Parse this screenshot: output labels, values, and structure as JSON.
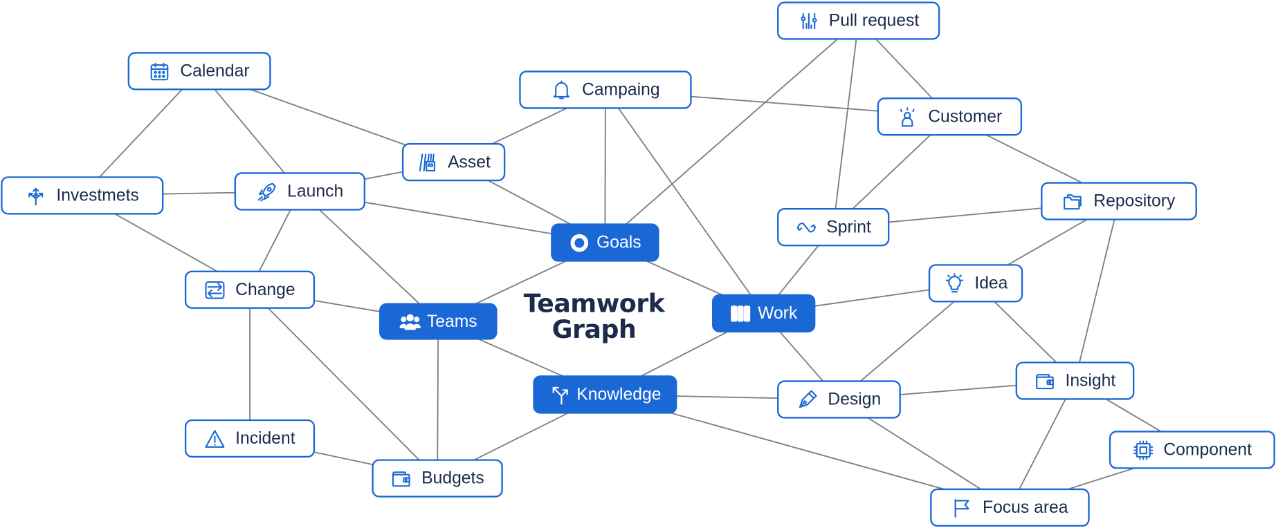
{
  "title": {
    "line1": "Teamwork",
    "line2": "Graph"
  },
  "colors": {
    "accent": "#1a68d6",
    "text": "#1b2b4b",
    "edge": "#808080"
  },
  "nodes": [
    {
      "id": "pull-request",
      "label": "Pull request",
      "icon": "pull-request-icon",
      "hub": false
    },
    {
      "id": "calendar",
      "label": "Calendar",
      "icon": "calendar-icon",
      "hub": false
    },
    {
      "id": "campaing",
      "label": "Campaing",
      "icon": "bell-icon",
      "hub": false
    },
    {
      "id": "customer",
      "label": "Customer",
      "icon": "customer-icon",
      "hub": false
    },
    {
      "id": "asset",
      "label": "Asset",
      "icon": "asset-icon",
      "hub": false
    },
    {
      "id": "investmets",
      "label": "Investmets",
      "icon": "split-arrows-icon",
      "hub": false
    },
    {
      "id": "launch",
      "label": "Launch",
      "icon": "rocket-icon",
      "hub": false
    },
    {
      "id": "repository",
      "label": "Repository",
      "icon": "folders-icon",
      "hub": false
    },
    {
      "id": "sprint",
      "label": "Sprint",
      "icon": "sprint-icon",
      "hub": false
    },
    {
      "id": "goals",
      "label": "Goals",
      "icon": "target-icon",
      "hub": true
    },
    {
      "id": "change",
      "label": "Change",
      "icon": "swap-icon",
      "hub": false
    },
    {
      "id": "idea",
      "label": "Idea",
      "icon": "lightbulb-icon",
      "hub": false
    },
    {
      "id": "teams",
      "label": "Teams",
      "icon": "people-icon",
      "hub": true
    },
    {
      "id": "work",
      "label": "Work",
      "icon": "columns-icon",
      "hub": true
    },
    {
      "id": "knowledge",
      "label": "Knowledge",
      "icon": "branch-icon",
      "hub": true
    },
    {
      "id": "design",
      "label": "Design",
      "icon": "pen-icon",
      "hub": false
    },
    {
      "id": "insight",
      "label": "Insight",
      "icon": "wallet-icon",
      "hub": false
    },
    {
      "id": "component",
      "label": "Component",
      "icon": "chip-icon",
      "hub": false
    },
    {
      "id": "incident",
      "label": "Incident",
      "icon": "warning-icon",
      "hub": false
    },
    {
      "id": "budgets",
      "label": "Budgets",
      "icon": "wallet-icon",
      "hub": false
    },
    {
      "id": "focus-area",
      "label": "Focus area",
      "icon": "flag-icon",
      "hub": false
    }
  ],
  "edges": [
    [
      "calendar",
      "investmets"
    ],
    [
      "calendar",
      "launch"
    ],
    [
      "calendar",
      "asset"
    ],
    [
      "investmets",
      "launch"
    ],
    [
      "investmets",
      "change"
    ],
    [
      "launch",
      "asset"
    ],
    [
      "launch",
      "goals"
    ],
    [
      "launch",
      "change"
    ],
    [
      "launch",
      "teams"
    ],
    [
      "asset",
      "campaing"
    ],
    [
      "asset",
      "goals"
    ],
    [
      "campaing",
      "goals"
    ],
    [
      "campaing",
      "customer"
    ],
    [
      "campaing",
      "work"
    ],
    [
      "pull-request",
      "goals"
    ],
    [
      "pull-request",
      "sprint"
    ],
    [
      "pull-request",
      "customer"
    ],
    [
      "customer",
      "sprint"
    ],
    [
      "customer",
      "repository"
    ],
    [
      "sprint",
      "repository"
    ],
    [
      "sprint",
      "work"
    ],
    [
      "repository",
      "idea"
    ],
    [
      "repository",
      "insight"
    ],
    [
      "goals",
      "teams"
    ],
    [
      "goals",
      "work"
    ],
    [
      "change",
      "teams"
    ],
    [
      "change",
      "incident"
    ],
    [
      "change",
      "budgets"
    ],
    [
      "teams",
      "knowledge"
    ],
    [
      "teams",
      "budgets"
    ],
    [
      "work",
      "idea"
    ],
    [
      "work",
      "knowledge"
    ],
    [
      "work",
      "design"
    ],
    [
      "idea",
      "design"
    ],
    [
      "idea",
      "insight"
    ],
    [
      "knowledge",
      "design"
    ],
    [
      "knowledge",
      "budgets"
    ],
    [
      "knowledge",
      "focus-area"
    ],
    [
      "design",
      "insight"
    ],
    [
      "design",
      "focus-area"
    ],
    [
      "insight",
      "component"
    ],
    [
      "insight",
      "focus-area"
    ],
    [
      "component",
      "focus-area"
    ],
    [
      "incident",
      "budgets"
    ]
  ]
}
